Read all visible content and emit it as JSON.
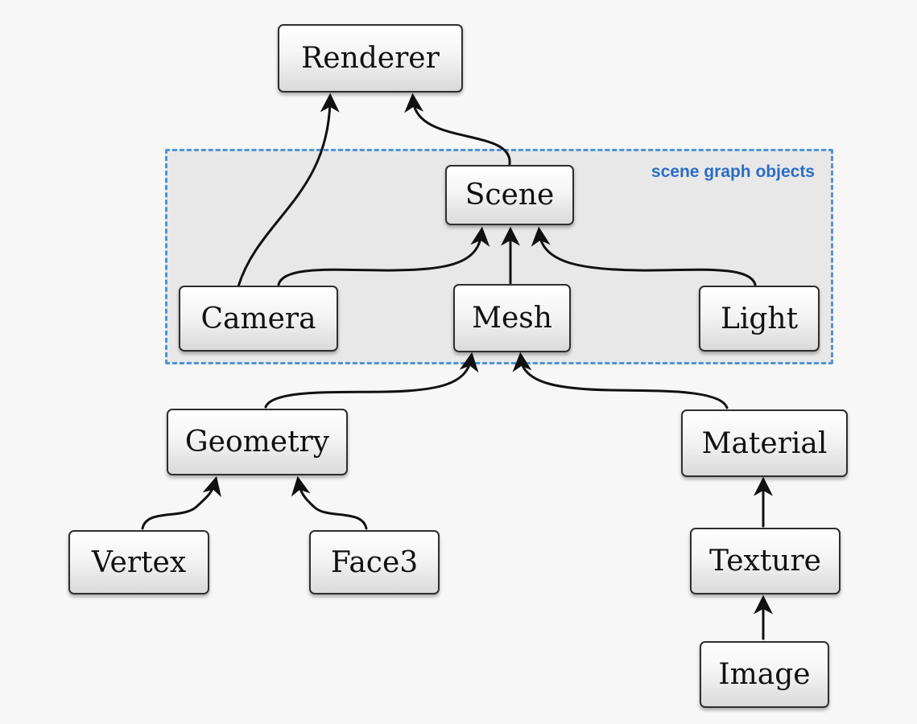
{
  "diagram": {
    "region_label": "scene graph objects",
    "nodes": {
      "renderer": {
        "label": "Renderer"
      },
      "scene": {
        "label": "Scene"
      },
      "camera": {
        "label": "Camera"
      },
      "mesh": {
        "label": "Mesh"
      },
      "light": {
        "label": "Light"
      },
      "geometry": {
        "label": "Geometry"
      },
      "material": {
        "label": "Material"
      },
      "vertex": {
        "label": "Vertex"
      },
      "face3": {
        "label": "Face3"
      },
      "texture": {
        "label": "Texture"
      },
      "image": {
        "label": "Image"
      }
    },
    "edges": [
      {
        "from": "Camera",
        "to": "Renderer"
      },
      {
        "from": "Scene",
        "to": "Renderer"
      },
      {
        "from": "Camera",
        "to": "Scene"
      },
      {
        "from": "Mesh",
        "to": "Scene"
      },
      {
        "from": "Light",
        "to": "Scene"
      },
      {
        "from": "Geometry",
        "to": "Mesh"
      },
      {
        "from": "Material",
        "to": "Mesh"
      },
      {
        "from": "Vertex",
        "to": "Geometry"
      },
      {
        "from": "Face3",
        "to": "Geometry"
      },
      {
        "from": "Texture",
        "to": "Material"
      },
      {
        "from": "Image",
        "to": "Texture"
      }
    ],
    "colors": {
      "page_background": "#f7f7f7",
      "group_background": "#e8e8e8",
      "group_border_blue": "#4e95d9",
      "group_label_blue": "#2a6dc5",
      "node_border": "#2e2e2e",
      "edge_black": "#111111"
    }
  }
}
